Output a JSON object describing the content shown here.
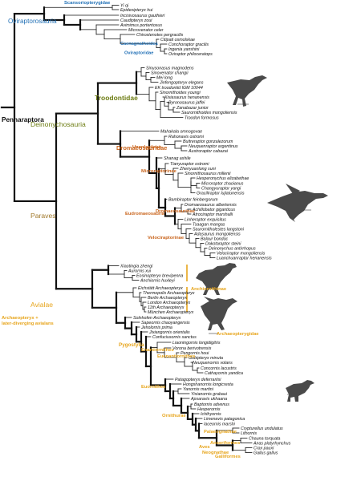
{
  "colors": {
    "blue": "#1f6fb5",
    "olive": "#6e7d14",
    "gold": "#a0782a",
    "orange": "#c9641c",
    "yellow": "#e7a51c",
    "black": "#111111",
    "silhouette": "#4a4a4a"
  },
  "root_label": "Pennaraptora",
  "major_clades": {
    "oviraptorosauria": "Oviraptorosauria",
    "deinonychosauria": "Deinonychosauria",
    "paraves": "Paraves",
    "avialae": "Avialae"
  },
  "clades": [
    {
      "text": "Scansoriopterygidae",
      "color": "blue"
    },
    {
      "text": "Caenagnathoidea",
      "color": "blue"
    },
    {
      "text": "Oviraptoridae",
      "color": "blue"
    },
    {
      "text": "Troodontidae",
      "color": "olive"
    },
    {
      "text": "Dromaeosauridae",
      "color": "orange"
    },
    {
      "text": "Unenlagiinae",
      "color": "orange"
    },
    {
      "text": "Microraptorinae",
      "color": "orange"
    },
    {
      "text": "Eudromaeosauria",
      "color": "orange"
    },
    {
      "text": "Dromaeosaurinae",
      "color": "orange"
    },
    {
      "text": "Velociraptorinae",
      "color": "orange"
    },
    {
      "text": "Anchiornithinae",
      "color": "yellow"
    },
    {
      "text": "Archaeopterygidae",
      "color": "yellow"
    },
    {
      "text": "Archaeopteryx +",
      "color": "yellow"
    },
    {
      "text": "later-diverging avialans",
      "color": "yellow"
    },
    {
      "text": "Pygostylia",
      "color": "yellow"
    },
    {
      "text": "Enantiornithes",
      "color": "yellow"
    },
    {
      "text": "Euenantiornithes",
      "color": "yellow"
    },
    {
      "text": "Euornithes",
      "color": "yellow"
    },
    {
      "text": "Ornithurae",
      "color": "yellow"
    },
    {
      "text": "Palaeognathae",
      "color": "yellow"
    },
    {
      "text": "Aves",
      "color": "yellow"
    },
    {
      "text": "Neognathae",
      "color": "yellow"
    },
    {
      "text": "Anseriformes",
      "color": "yellow"
    },
    {
      "text": "Galliformes",
      "color": "yellow"
    }
  ],
  "taxa": [
    "Yi qi",
    "Epidexipteryx hui",
    "Incisivosaurus gauthieri",
    "Caudipteryx zoui",
    "Avimimus portentosus",
    "Microvenator celer",
    "Chirostenotes pergracilis",
    "Citipati osmolskae",
    "Conchoraptor gracilis",
    "Ingenia yanshini",
    "Oviraptor philoceratops",
    "Sinusonasus magnodens",
    "Sinovenator changii",
    "Mei long",
    "Jinfengopteryx elegans",
    "EK troodontid IGM 10044",
    "Sinornithoides youngi",
    "Xixiasaurus henanensis",
    "Byronosaurus jaffei",
    "Zanabazar junior",
    "Saurornithoides mongoliensis",
    "Troodon formosus",
    "Mahakala omnogovae",
    "Rahonavis ostromi",
    "Buitreraptor gonzalezorum",
    "Neuquenraptor argentinus",
    "Austroraptor cabazai",
    "Shanag ashile",
    "Tianyuraptor ostromi",
    "Zhenyuanlong suni",
    "Sinornithosaurus millenii",
    "Hesperonychus elizabethae",
    "Microraptor zhaoianus",
    "Changyuraptor yangi",
    "Graciliraptor lujiatunensis",
    "Bambiraptor feinbergorum",
    "Dromaeosaurus albertensis",
    "Achillobator giganticus",
    "Atrociraptor marshalli",
    "Linheraptor exquisitus",
    "Tsaagan mangas",
    "Saurornitholestes langstoni",
    "Adasaurus mongoliensis",
    "Balaur bondoc",
    "Dakotaraptor steini",
    "Deinonychus antirrhopus",
    "Velociraptor mongoliensis",
    "Luanchuanraptor henanensis",
    "Xiaotingia zhengi",
    "Aurornis xui",
    "Eosinopteryx brevipenna",
    "Anchiornis huxleyi",
    "Eichstätt Archaeopteryx",
    "Thermopolis Archaeopteryx",
    "Berlin Archaeopteryx",
    "London Archaeopteryx",
    "11th Archaeopteryx",
    "München Archaeopteryx",
    "Solnhofen Archaeopteryx",
    "Sapeornis chaoyangensis",
    "Jeholornis prima",
    "Jixiangornis orientalis",
    "Confuciusornis sanctus",
    "Liaoningornis longidigitris",
    "Vorona berivotrensis",
    "Pengornis houi",
    "Gobipteryx minuta",
    "Neuquenornis volans",
    "Concornis lacustris",
    "Cathayornis yandica",
    "Patagopteryx deferrariisi",
    "Hongshanornis longicresta",
    "Yanornis martini",
    "Yixianornis grabaui",
    "Apsaravis ukhaana",
    "Baptornis advenus",
    "Hesperornis",
    "Ichthyornis",
    "Limenavis patagonica",
    "Iaceornis marshi",
    "Crypturellus undulatus",
    "Lithornis",
    "Chauna torquata",
    "Anas platyrhynchus",
    "Crax pauxi",
    "Gallus gallus"
  ]
}
